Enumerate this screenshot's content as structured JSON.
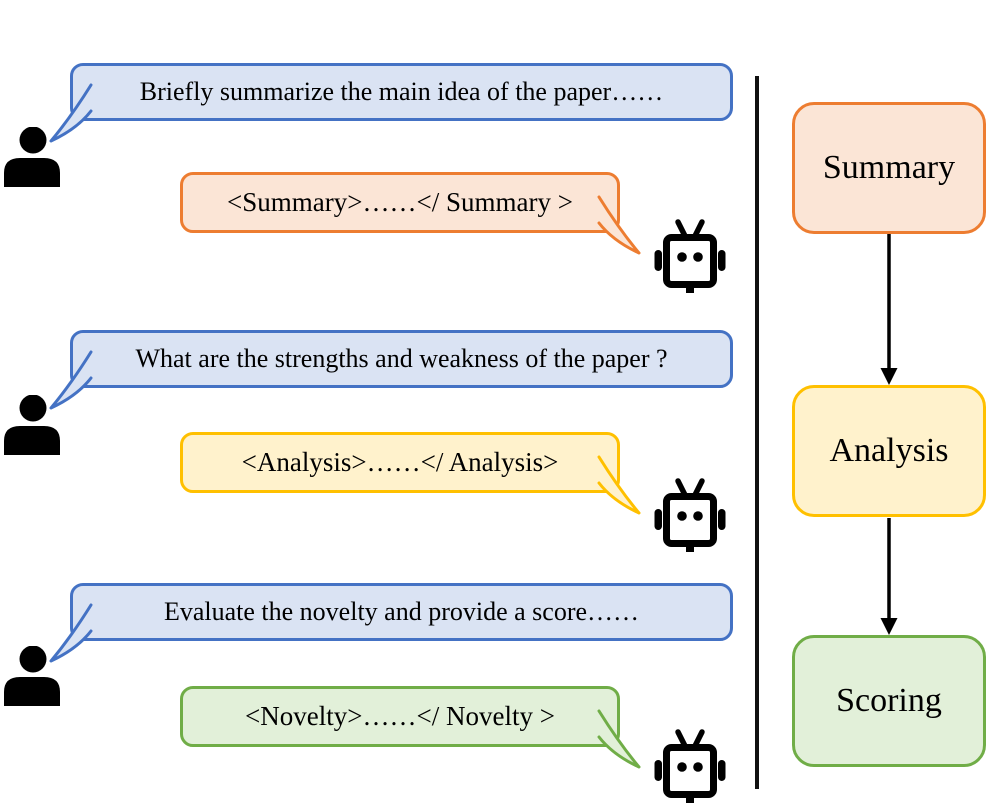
{
  "conversation": {
    "turns": [
      {
        "user_prompt": "Briefly summarize the main idea of the paper……",
        "bot_response": "<Summary>……</ Summary >"
      },
      {
        "user_prompt": "What are the strengths and weakness of the paper ?",
        "bot_response": "<Analysis>……</ Analysis>"
      },
      {
        "user_prompt": "Evaluate the novelty and provide a score……",
        "bot_response": "<Novelty>……</ Novelty >"
      }
    ]
  },
  "flowchart": {
    "steps": [
      {
        "label": "Summary",
        "fill": "#fbe5d6",
        "border": "#ed7d31"
      },
      {
        "label": "Analysis",
        "fill": "#fff2cc",
        "border": "#ffc000"
      },
      {
        "label": "Scoring",
        "fill": "#e2f0d9",
        "border": "#70ad47"
      }
    ]
  },
  "colors": {
    "user_bubble_fill": "#dae3f3",
    "user_bubble_border": "#4472c4",
    "summary_bubble_fill": "#fbe5d6",
    "summary_bubble_border": "#ed7d31",
    "analysis_bubble_fill": "#fff2cc",
    "analysis_bubble_border": "#ffc000",
    "novelty_bubble_fill": "#e2f0d9",
    "novelty_bubble_border": "#70ad47",
    "divider_color": "#111111",
    "icon_color": "#000000"
  },
  "icons": {
    "user": "person-silhouette-icon",
    "bot": "robot-head-icon"
  }
}
